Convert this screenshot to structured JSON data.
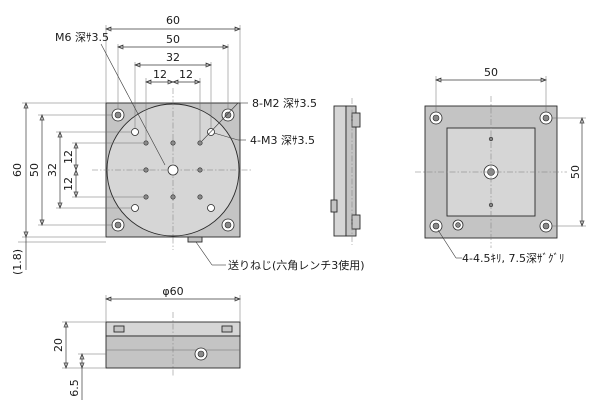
{
  "top_view": {
    "dim_overall_width": "60",
    "dim_hole_pitch_m6": "50",
    "dim_hole_pitch_32": "32",
    "dim_12_left": "12",
    "dim_12_right": "12",
    "dim_overall_height": "60",
    "dim_height_50": "50",
    "dim_height_32": "32",
    "dim_12_upper": "12",
    "dim_12_lower": "12",
    "dim_offset": "(1.8)"
  },
  "callouts": {
    "m6": "M6 深ｻ3.5",
    "m2": "8-M2 深ｻ3.5",
    "m3": "4-M3 深ｻ3.5",
    "feed_screw": "送りねじ(六角レンチ3使用)",
    "mount_holes": "4-4.5ｷﾘ, 7.5深ｻﾞｸﾞﾘ"
  },
  "bottom_view": {
    "dim_width": "50",
    "dim_height": "50"
  },
  "front_view": {
    "dim_diameter": "φ60",
    "dim_height": "20",
    "dim_offset": "6.5"
  }
}
